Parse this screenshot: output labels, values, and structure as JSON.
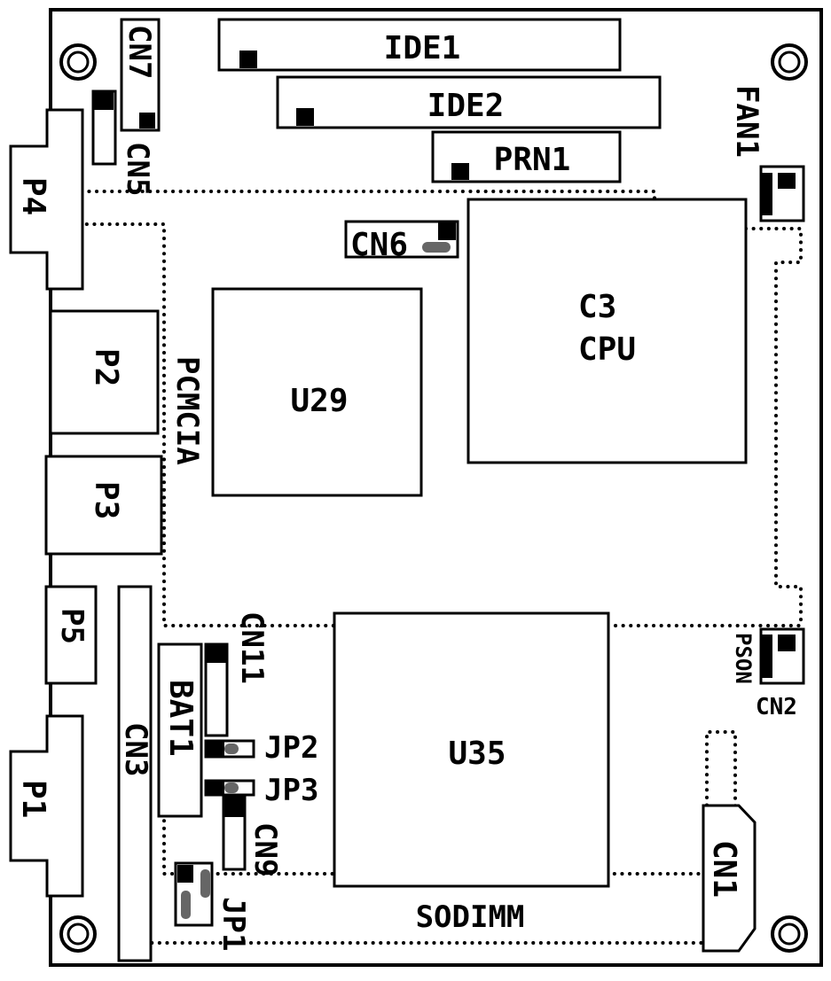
{
  "diagram": {
    "type": "board-layout",
    "colors": {
      "outline": "#000000",
      "background": "#ffffff",
      "jumper_cap": "#666666"
    },
    "labels": {
      "ide1": "IDE1",
      "ide2": "IDE2",
      "prn1": "PRN1",
      "cn7": "CN7",
      "cn5": "CN5",
      "cn6": "CN6",
      "fan1": "FAN1",
      "p4": "P4",
      "p2": "P2",
      "p3": "P3",
      "p5": "P5",
      "p1": "P1",
      "pcmcia": "PCMCIA",
      "u29": "U29",
      "cpu_line1": "C3",
      "cpu_line2": "CPU",
      "u35": "U35",
      "sodimm": "SODIMM",
      "cn3": "CN3",
      "bat1": "BAT1",
      "cn11": "CN11",
      "jp2": "JP2",
      "jp3": "JP3",
      "cn9": "CN9",
      "jp1": "JP1",
      "pson": "PSON",
      "cn2": "CN2",
      "cn1": "CN1"
    }
  }
}
